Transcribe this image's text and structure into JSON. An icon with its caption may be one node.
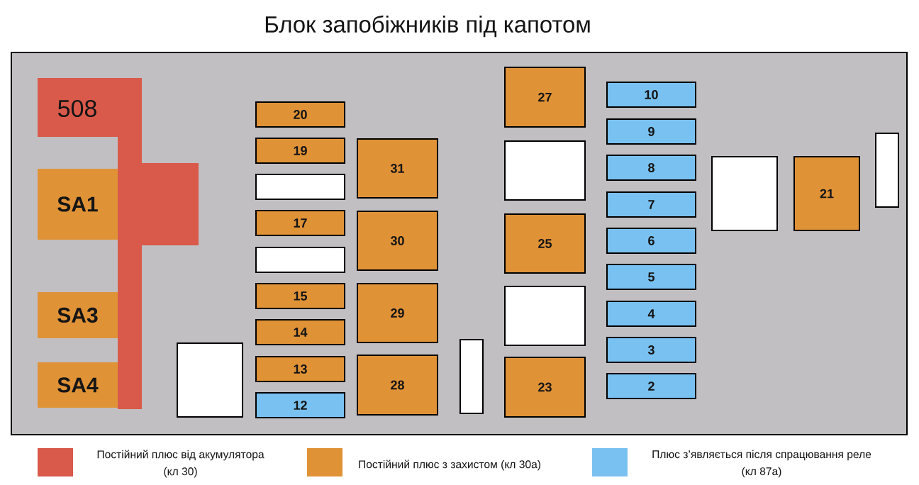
{
  "diagram": {
    "title": "Блок запобіжників під капотом",
    "nodes": [
      {
        "text": [],
        "shape": "box"
      },
      {
        "text": [
          "508"
        ],
        "in": 0
      },
      {
        "text": [
          "SA1"
        ],
        "in": 0
      },
      {
        "text": [
          "SA3"
        ],
        "in": 0
      },
      {
        "text": [
          "SA4"
        ],
        "in": 0
      },
      {
        "text": [],
        "shape": "box",
        "in": 0
      },
      {
        "text": [
          "20"
        ],
        "in": 0
      },
      {
        "text": [
          "19"
        ],
        "in": 0
      },
      {
        "text": [],
        "shape": "box",
        "in": 0
      },
      {
        "text": [
          "17"
        ],
        "in": 0
      },
      {
        "text": [],
        "shape": "box",
        "in": 0
      },
      {
        "text": [
          "15"
        ],
        "in": 0
      },
      {
        "text": [
          "14"
        ],
        "in": 0
      },
      {
        "text": [
          "13"
        ],
        "in": 0
      },
      {
        "text": [
          "12"
        ],
        "in": 0
      },
      {
        "text": [
          "31"
        ],
        "in": 0
      },
      {
        "text": [
          "30"
        ],
        "in": 0
      },
      {
        "text": [
          "29"
        ],
        "in": 0
      },
      {
        "text": [
          "28"
        ],
        "in": 0
      },
      {
        "text": [],
        "shape": "box",
        "in": 0
      },
      {
        "text": [
          "27"
        ],
        "in": 0
      },
      {
        "text": [],
        "shape": "box",
        "in": 0
      },
      {
        "text": [
          "25"
        ],
        "in": 0
      },
      {
        "text": [],
        "shape": "box",
        "in": 0
      },
      {
        "text": [
          "23"
        ],
        "in": 0
      },
      {
        "text": [
          "10"
        ],
        "in": 0
      },
      {
        "text": [
          "9"
        ],
        "in": 0
      },
      {
        "text": [
          "8"
        ],
        "in": 0
      },
      {
        "text": [
          "7"
        ],
        "in": 0
      },
      {
        "text": [
          "6"
        ],
        "in": 0
      },
      {
        "text": [
          "5"
        ],
        "in": 0
      },
      {
        "text": [
          "4"
        ],
        "in": 0
      },
      {
        "text": [
          "3"
        ],
        "in": 0
      },
      {
        "text": [
          "2"
        ],
        "in": 0
      },
      {
        "text": [],
        "shape": "box",
        "in": 0
      },
      {
        "text": [
          "21"
        ],
        "in": 0
      },
      {
        "text": [],
        "shape": "box",
        "in": 0
      }
    ],
    "legend": [
      {
        "text": "Постійний плюс від акумулятора (кл 30)",
        "color": "#d9594a"
      },
      {
        "text": "Постійний плюс з захистом (кл 30а)",
        "color": "#e09237"
      },
      {
        "text": "Плюс з’являється після спрацювання реле (кл 87а)",
        "color": "#79c1f1"
      }
    ]
  }
}
